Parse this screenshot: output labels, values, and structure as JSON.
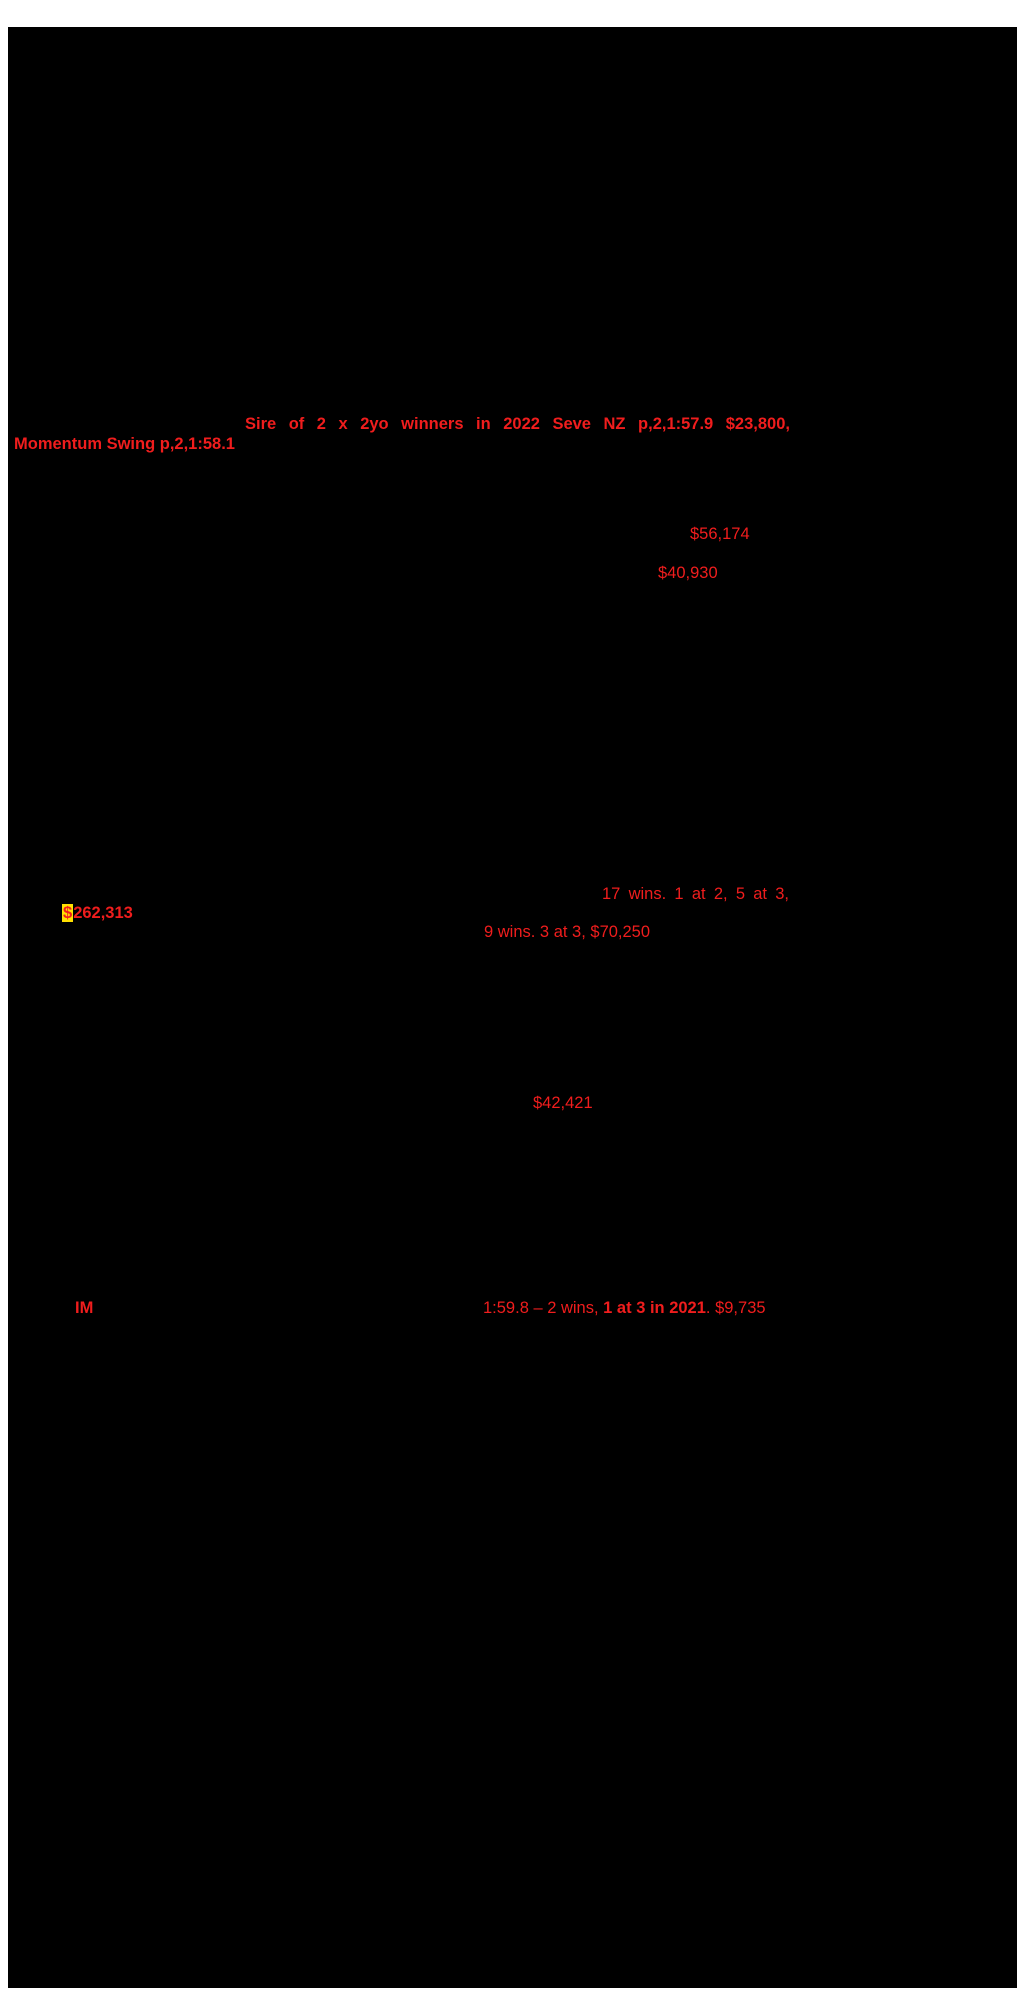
{
  "page": {
    "background_color": "#000000",
    "paper_color": "#ffffff",
    "text_color": "#f01d1d",
    "highlight_color": "#ffe000"
  },
  "pedigree_notes": {
    "sire_note": {
      "line1": "Sire of 2 x 2yo winners in 2022 Seve NZ p,2,1:57.9 $23,800,",
      "line2": "Momentum Swing p,2,1:58.1"
    },
    "earnings_1": "$56,174",
    "earnings_2": "$40,930",
    "wins_note_1": "17 wins. 1 at 2, 5 at 3,",
    "earnings_highlight": {
      "currency": "$",
      "amount": "262,313"
    },
    "wins_note_2": "9 wins. 3 at 3, $70,250",
    "earnings_3": "$42,421",
    "im_label": "IM",
    "record_note": {
      "prefix": "1:59.8 – 2 wins, ",
      "bold": "1 at 3 in 2021",
      "suffix": ". $9,735"
    }
  }
}
